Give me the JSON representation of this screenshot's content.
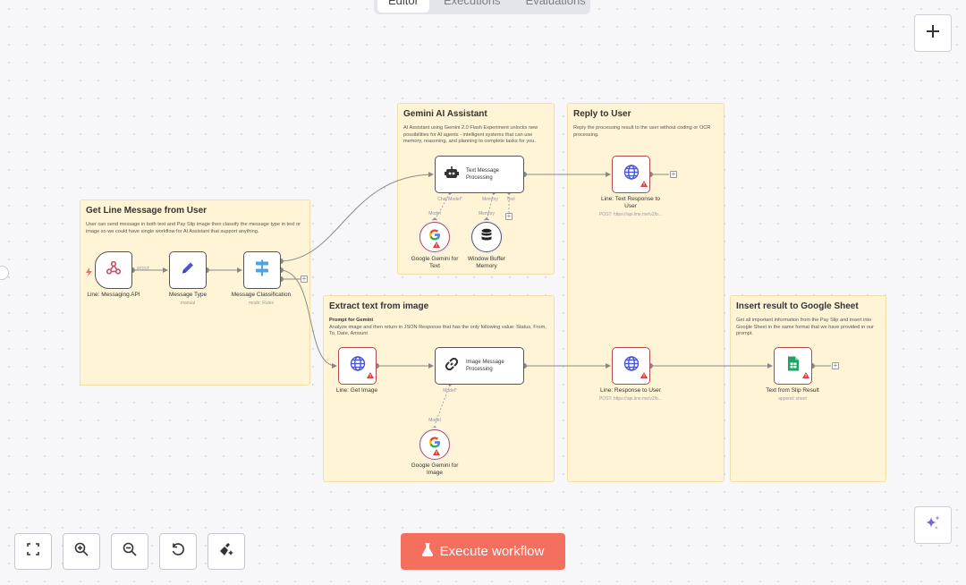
{
  "tabs": [
    "Editor",
    "Executions",
    "Evaluations"
  ],
  "stickies": {
    "get_line": {
      "title": "Get Line Message from User",
      "body": "User can send message in both text and Pay Slip image then classify the message type in text or image so we could have single workflow for AI Assistant that support anything."
    },
    "gemini": {
      "title": "Gemini AI Assistant",
      "body": "AI Assistant using Gemini 2.0 Flash Experiment unlocks new possibilities for AI agents - intelligent systems that can use memory, reasoning, and planning to complete tasks for you."
    },
    "reply": {
      "title": "Reply to User",
      "body": "Reply the processing result to the user without coding or OCR processing."
    },
    "extract": {
      "title": "Extract text from image",
      "bold": "Prompt for Gemini",
      "body": "Analyze image and then return in JSON Response that has the only following value: Status, From, To, Date, Amount"
    },
    "insert": {
      "title": "Insert result to Google Sheet",
      "body": "Get all important information from the Pay Slip and insert into Google Sheet in the same format that we have provided in our prompt."
    }
  },
  "nodes": {
    "line_api": {
      "label": "Line: Messaging API"
    },
    "msg_type": {
      "label": "Message Type",
      "sub": "manual"
    },
    "msg_class": {
      "label": "Message Classification",
      "sub": "mode: Rules"
    },
    "text_proc": {
      "label": "Text Message Processing"
    },
    "gemini_text": {
      "label": "Google Gemini for Text"
    },
    "window_mem": {
      "label": "Window Buffer Memory"
    },
    "line_text_resp": {
      "label": "Line: Text Response to User",
      "sub": "POST: https://api.line.me/v2/b..."
    },
    "line_get_image": {
      "label": "Line: Get Image"
    },
    "image_proc": {
      "label": "Image Message Processing"
    },
    "gemini_image": {
      "label": "Google Gemini for Image"
    },
    "line_resp": {
      "label": "Line: Response to User",
      "sub": "POST: https://api.line.me/v2/b..."
    },
    "slip_result": {
      "label": "Text from Slip Result",
      "sub": "append: sheet"
    }
  },
  "port_labels": {
    "post": "POST",
    "chat_model": "Chat Model*",
    "memory": "Memory",
    "tool": "Tool",
    "model": "Model",
    "model_req": "Model*"
  },
  "toolbar": {
    "execute_label": "Execute workflow"
  },
  "colors": {
    "accent": "#f46f5e",
    "sticky": "#fff5d6",
    "error": "#b34a4a"
  }
}
